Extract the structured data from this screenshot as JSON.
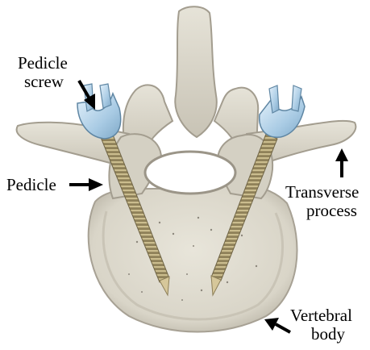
{
  "labels": {
    "pedicle_screw_line1": "Pedicle",
    "pedicle_screw_line2": "screw",
    "pedicle": "Pedicle",
    "transverse_process_line1": "Transverse",
    "transverse_process_line2": "process",
    "vertebral_body_line1": "Vertebral",
    "vertebral_body_line2": "body"
  },
  "colors": {
    "bone": "#ddd9cc",
    "bone_shadow": "#b9b4a6",
    "screw_head": "#b9d7ec",
    "screw_shaft": "#a89a72",
    "screw_tip": "#d6c79a",
    "arrow": "#000000"
  }
}
